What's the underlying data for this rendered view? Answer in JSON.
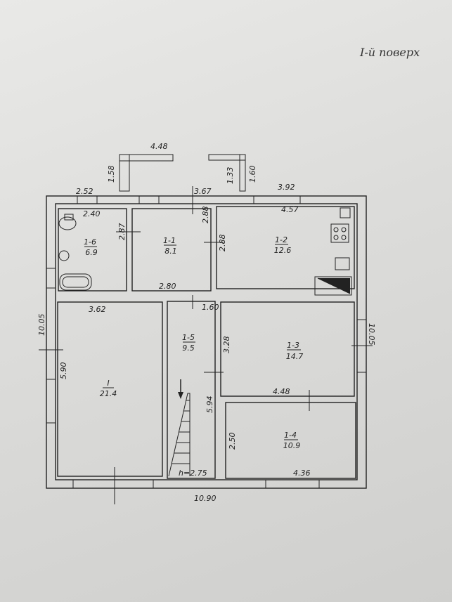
{
  "title": "I-й поверх",
  "dimensions": {
    "top_left_ext": "2.52",
    "top_mid": "3.67",
    "top_right": "3.92",
    "porch_width": "4.48",
    "porch_left": "1.58",
    "porch_right_a": "1.33",
    "porch_right_b": "1.60",
    "left_height": "10.05",
    "right_height": "10.05",
    "bottom_width": "10.90",
    "bath_width": "2.40",
    "bath_height": "2.87",
    "room_1_1_height": "2.88",
    "room_1_2_width": "4.57",
    "room_1_2_height": "2.88",
    "corridor_top": "2.80",
    "corridor_width": "1.60",
    "room_I_width": "3.62",
    "room_I_height": "5.90",
    "room_1_3_height": "3.28",
    "room_1_3_width": "4.48",
    "room_1_5_height": "5.94",
    "room_1_4_height": "2.50",
    "room_1_4_width": "4.36",
    "ceiling_height": "h=2.75"
  },
  "rooms": [
    {
      "id": "1-6",
      "area": "6.9"
    },
    {
      "id": "1-1",
      "area": "8.1"
    },
    {
      "id": "1-2",
      "area": "12.6"
    },
    {
      "id": "I",
      "area": "21.4"
    },
    {
      "id": "1-5",
      "area": "9.5"
    },
    {
      "id": "1-3",
      "area": "14.7"
    },
    {
      "id": "1-4",
      "area": "10.9"
    }
  ]
}
